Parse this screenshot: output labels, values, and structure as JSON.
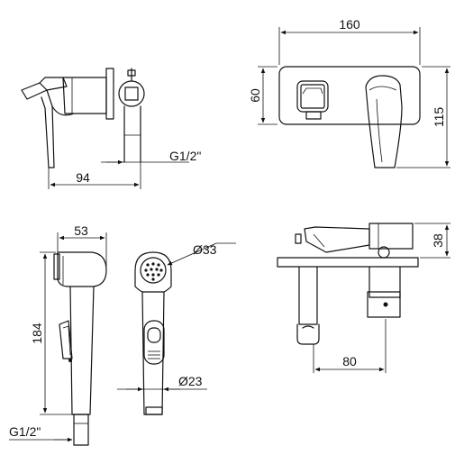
{
  "dimensions": {
    "side_width": "94",
    "side_thread": "G1/2\"",
    "front_width": "160",
    "front_height": "60",
    "front_total_height": "115",
    "spray_width": "53",
    "spray_length": "184",
    "spray_thread": "G1/2\"",
    "nozzle_diameter": "Ø33",
    "handle_diameter": "Ø23",
    "top_depth": "38",
    "holder_offset": "80"
  }
}
